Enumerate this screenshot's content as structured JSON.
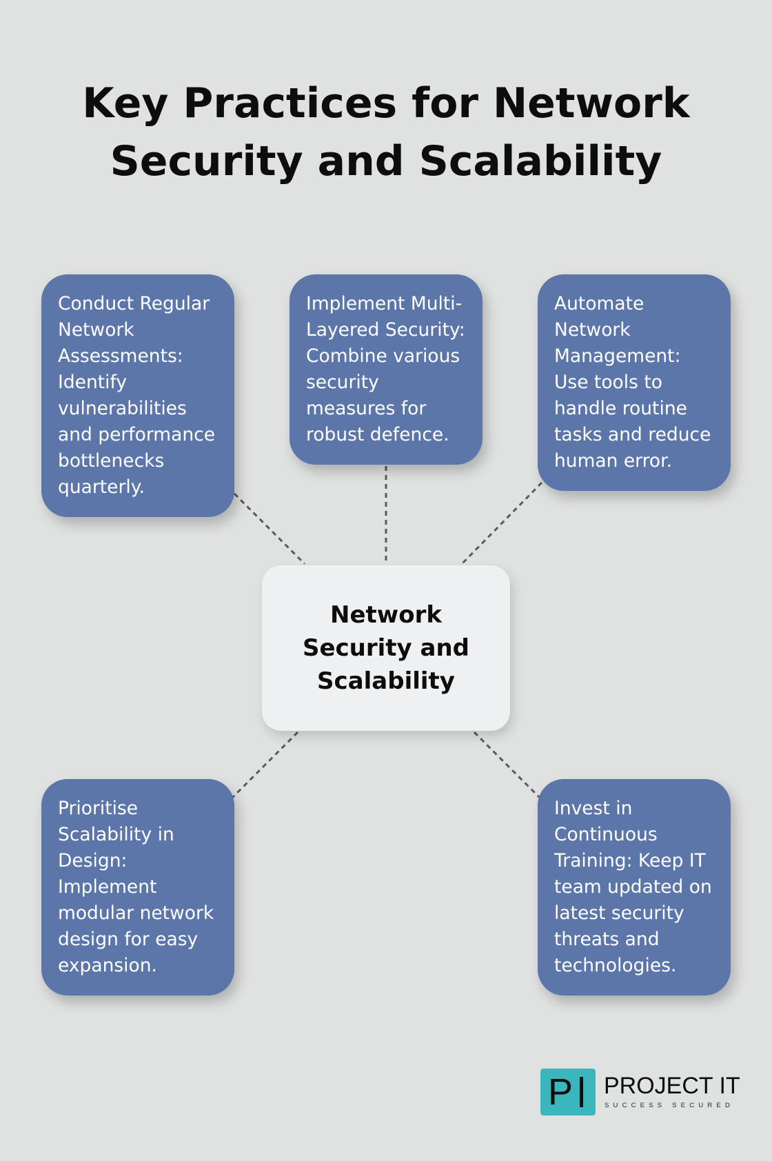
{
  "title": "Key Practices for Network Security and Scalability",
  "center": {
    "label": "Network Security and Scalability"
  },
  "practices": [
    {
      "text": "Conduct Regular Network Assessments: Identify vulnerabilities and performance bottlenecks quarterly."
    },
    {
      "text": "Implement Multi-Layered Security: Combine various security measures for robust defence."
    },
    {
      "text": "Automate Network Management: Use tools to handle routine tasks and reduce human error."
    },
    {
      "text": "Prioritise Scalability in Design: Implement modular network design for easy expansion."
    },
    {
      "text": "Invest in Continuous Training: Keep IT team updated on latest security threats and technologies."
    }
  ],
  "logo": {
    "mark": "P",
    "name": "PROJECT IT",
    "tagline": "SUCCESS SECURED"
  },
  "colors": {
    "background": "#e0e1e1",
    "card": "#5c76a9",
    "center_box": "#eff0f2",
    "connector": "#5a5a5a",
    "logo_accent": "#3cb6bd"
  }
}
